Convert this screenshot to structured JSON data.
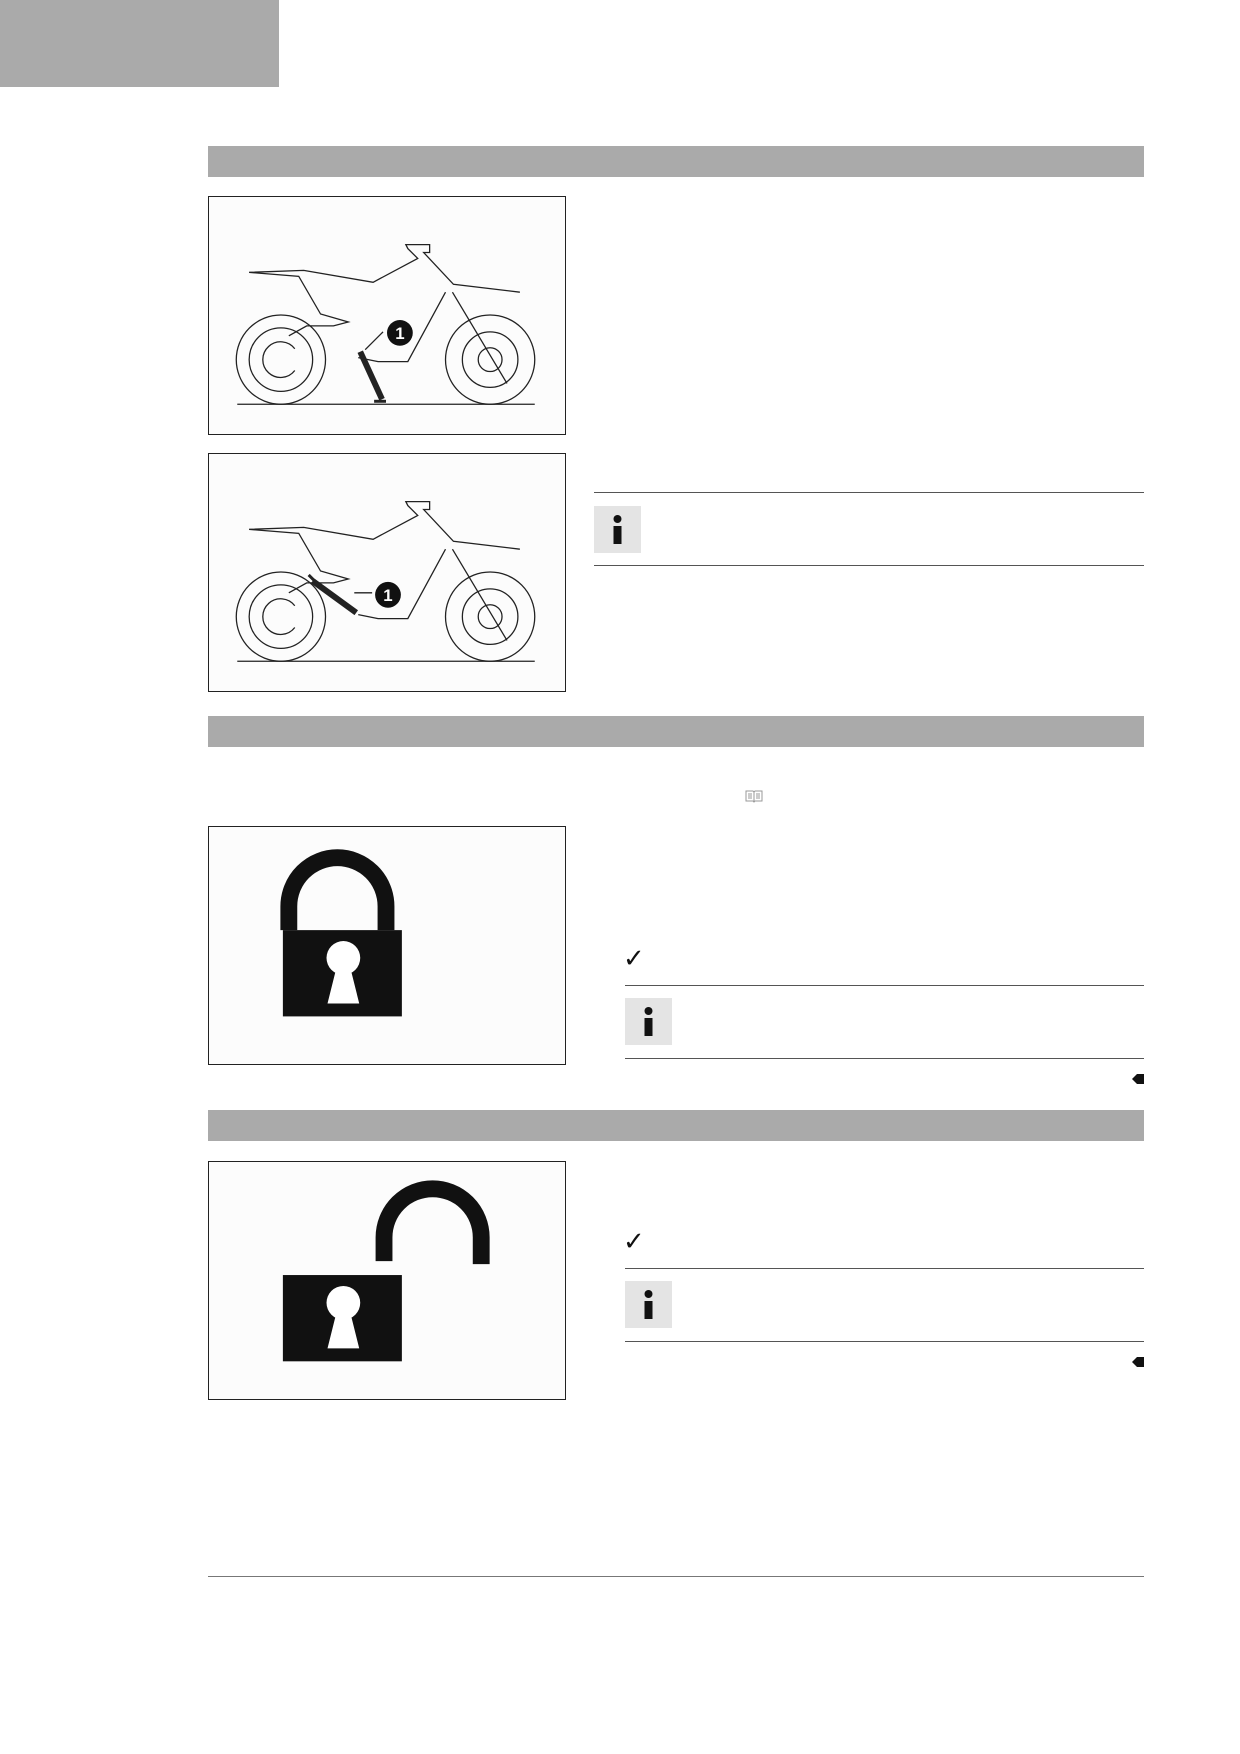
{
  "page": {
    "sections": [
      {
        "id": "side-stand",
        "figures": [
          {
            "icon": "motorcycle-side-stand-down",
            "callout": "1"
          },
          {
            "icon": "motorcycle-side-stand-up",
            "callout": "1"
          }
        ]
      },
      {
        "id": "steering-lock",
        "figures": [
          {
            "icon": "padlock-locked"
          }
        ]
      },
      {
        "id": "steering-unlock",
        "figures": [
          {
            "icon": "padlock-unlocked"
          }
        ]
      }
    ],
    "icons": [
      "info-icon",
      "check-icon",
      "end-marker-icon",
      "book-reference-icon"
    ]
  },
  "callouts": {
    "fig1": "1",
    "fig2": "1"
  },
  "symbols": {
    "check": "✓"
  }
}
